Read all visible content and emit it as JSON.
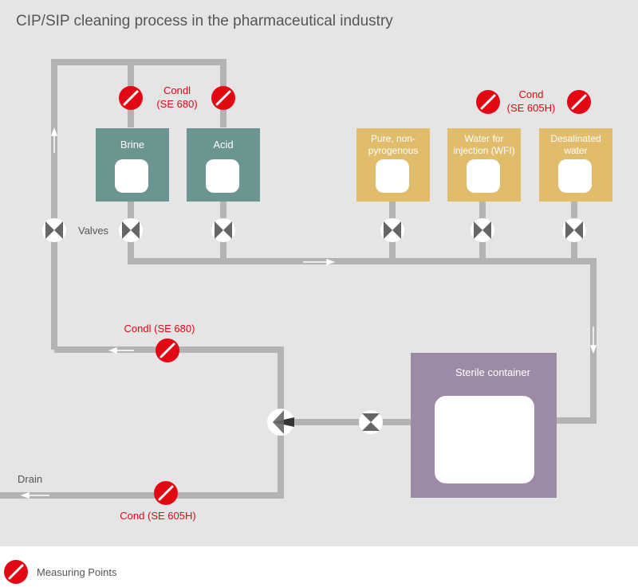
{
  "title": "CIP/SIP cleaning process in the pharmaceutical industry",
  "tanks": {
    "brine": "Brine",
    "acid": "Acid",
    "pure_line1": "Pure, non-",
    "pure_line2": "pyrogenous",
    "wfi_line1": "Water for",
    "wfi_line2": "injection (WFI)",
    "desal_line1": "Desalinated",
    "desal_line2": "water"
  },
  "container": {
    "label": "Sterile container"
  },
  "labels": {
    "valves": "Valves",
    "drain": "Drain",
    "condl_top_line1": "Condl",
    "condl_top_line2": "(SE 680)",
    "cond_top_line1": "Cond",
    "cond_top_line2": "(SE 605H)",
    "condl_return": "Condl (SE 680)",
    "cond_drain": "Cond (SE 605H)"
  },
  "legend": {
    "measuring_points": "Measuring Points"
  },
  "colors": {
    "background": "#e5e5e5",
    "pipe": "#b3b3b3",
    "tank_teal": "#6a9590",
    "tank_sand": "#e0bc6b",
    "container": "#9d8aa5",
    "accent_red": "#e30613",
    "text_gray": "#555555"
  }
}
